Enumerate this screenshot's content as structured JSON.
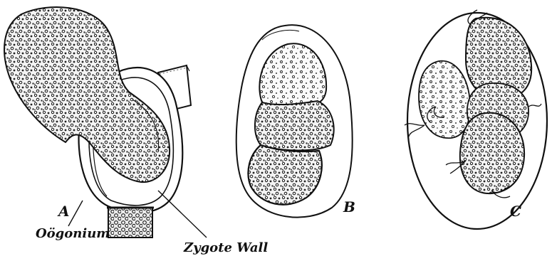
{
  "figure": {
    "panels": [
      {
        "label": "A"
      },
      {
        "label": "B"
      },
      {
        "label": "C"
      }
    ],
    "annotations": {
      "oogonium": "Oögonium",
      "zygote_wall": "Zygote Wall"
    },
    "colors": {
      "ink": "#111111",
      "paper": "#ffffff"
    }
  }
}
